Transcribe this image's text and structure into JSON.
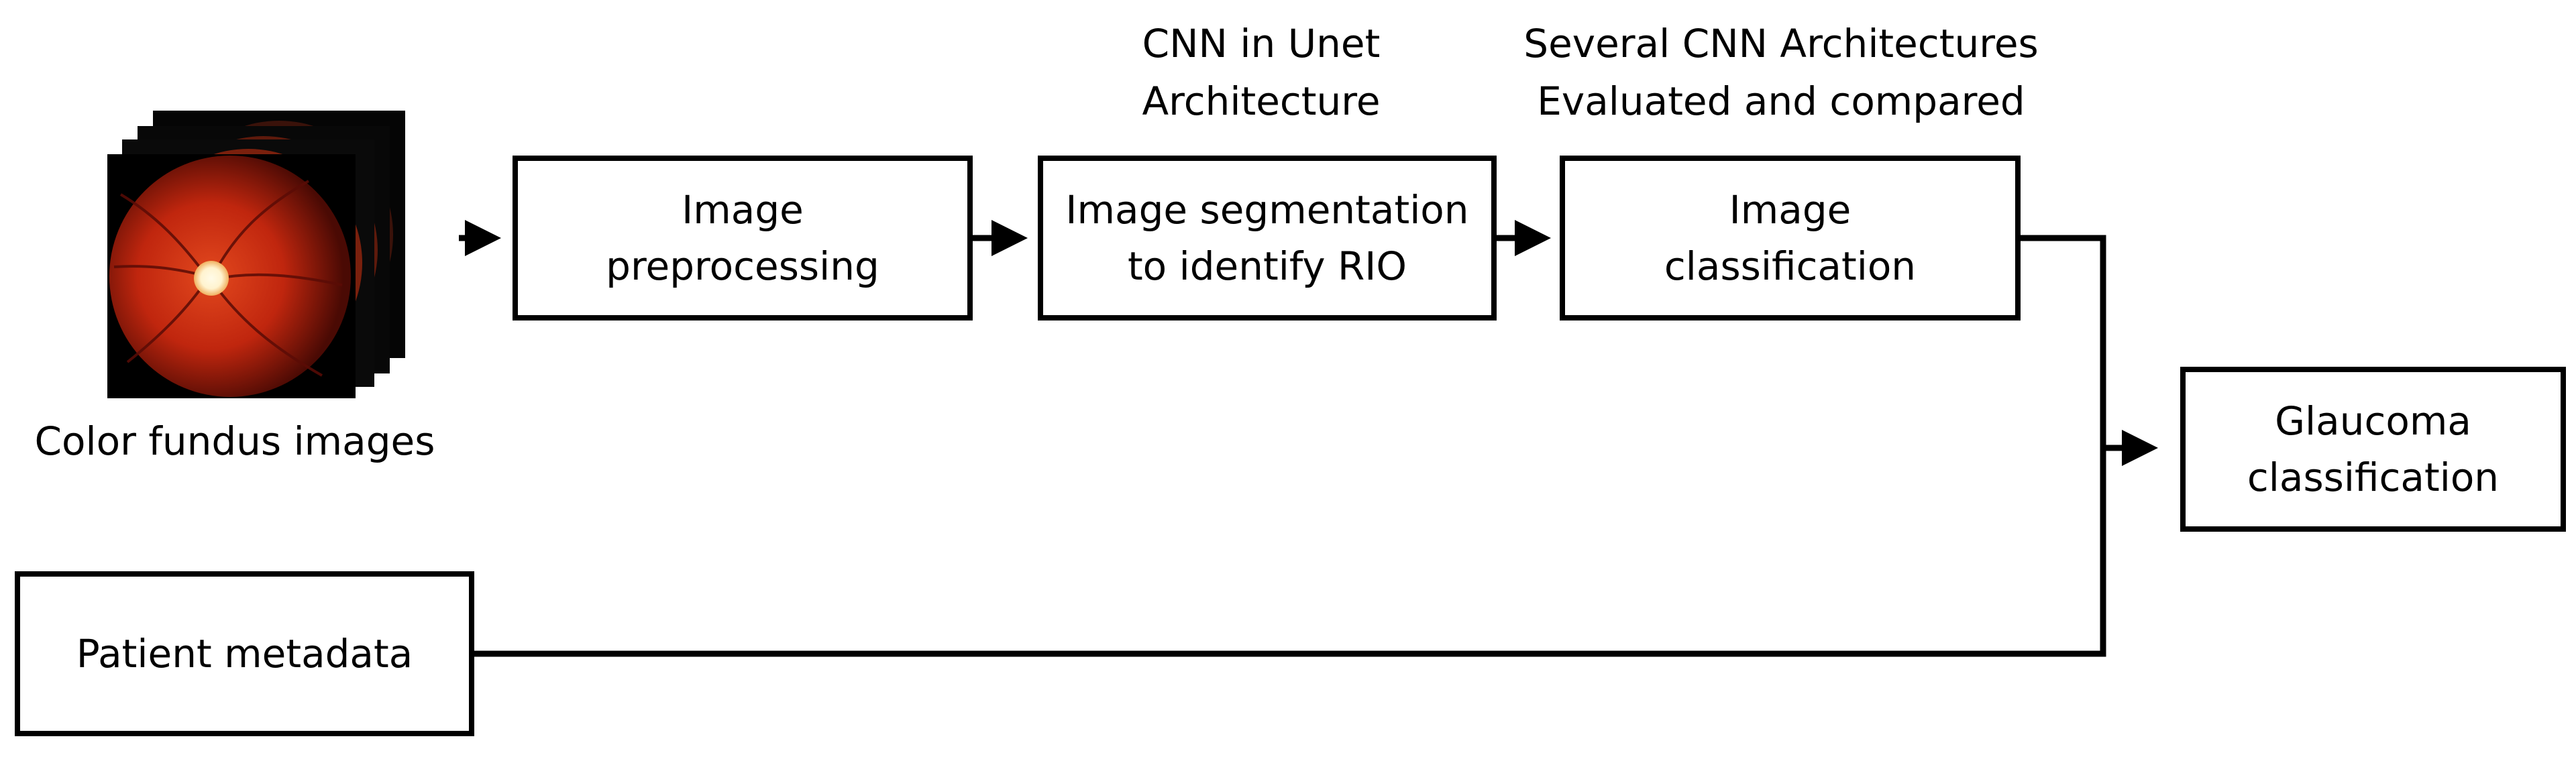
{
  "colors": {
    "stroke": "#000000",
    "background": "#ffffff",
    "fundus_red": "#c0260e",
    "fundus_dark": "#4a0a04",
    "optic_disc": "#fff3cf"
  },
  "input": {
    "caption": "Color fundus images",
    "icon": "fundus-image-stack-icon"
  },
  "annotations": {
    "segmentation": [
      "CNN in Unet",
      "Architecture"
    ],
    "classification": [
      "Several CNN Architectures",
      "Evaluated and compared"
    ]
  },
  "boxes": {
    "preprocessing": [
      "Image",
      "preprocessing"
    ],
    "segmentation": [
      "Image segmentation",
      "to identify RIO"
    ],
    "classification": [
      "Image",
      "classification"
    ],
    "glaucoma": [
      "Glaucoma",
      "classification"
    ],
    "metadata": [
      "Patient metadata"
    ]
  }
}
